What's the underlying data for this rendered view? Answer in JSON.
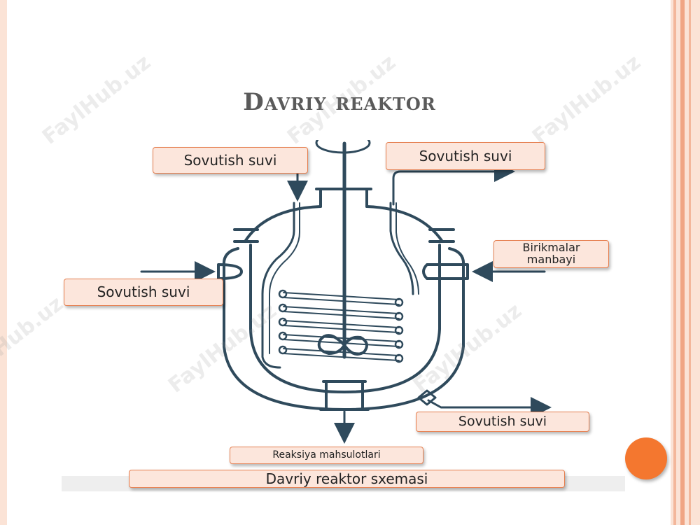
{
  "slide": {
    "title": "Davriy reaktor",
    "watermark": "FaylHub.uz",
    "accent_color": "#f4772f",
    "label_fill": "#fce6dc",
    "label_border": "#e57e4e",
    "diagram_color": "#2f4a5c"
  },
  "labels": {
    "cooling_water_in_top": "Sovutish suvi",
    "cooling_water_out_top": "Sovutish suvi",
    "reactants_source": "Birikmalar manbayi",
    "cooling_water_left": "Sovutish suvi",
    "cooling_water_bottom": "Sovutish suvi",
    "reaction_products": "Reaksiya mahsulotlari",
    "caption": "Davriy reaktor sxemasi"
  }
}
